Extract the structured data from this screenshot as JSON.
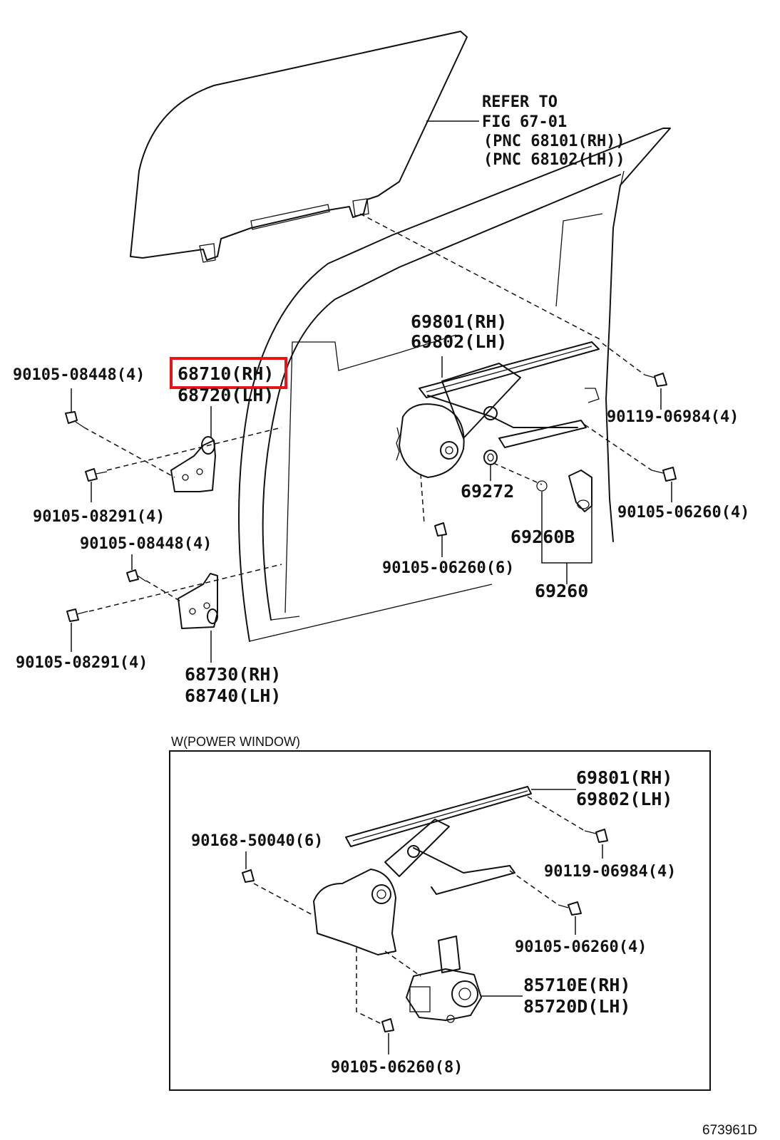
{
  "diagram": {
    "labels": {
      "refer_1": "REFER TO",
      "refer_2": "FIG 67-01",
      "refer_3": "(PNC 68101(RH))",
      "refer_4": "(PNC 68102(LH))",
      "regulator_rh": "69801(RH)",
      "regulator_lh": "69802(LH)",
      "hinge_upper_rh": "68710(RH)",
      "hinge_upper_lh": "68720(LH)",
      "bolt_upper_a": "90105-08448(4)",
      "bolt_upper_b": "90105-08291(4)",
      "bolt_lower_a": "90105-08448(4)",
      "bolt_lower_b": "90105-08291(4)",
      "hinge_lower_rh": "68730(RH)",
      "hinge_lower_lh": "68740(LH)",
      "bolt_reg_top": "90119-06984(4)",
      "bolt_reg_right": "90105-06260(4)",
      "bolt_reg_bottom": "90105-06260(6)",
      "washer": "69272",
      "handle_b": "69260B",
      "handle": "69260",
      "pw_title": "W(POWER WINDOW)",
      "pw_regulator_rh": "69801(RH)",
      "pw_regulator_lh": "69802(LH)",
      "pw_bolt_left": "90168-50040(6)",
      "pw_bolt_top": "90119-06984(4)",
      "pw_bolt_mid": "90105-06260(4)",
      "pw_motor_rh": "85710E(RH)",
      "pw_motor_lh": "85720D(LH)",
      "pw_bolt_bottom": "90105-06260(8)",
      "figure_id": "673961D"
    },
    "highlight": {
      "label": "68710(RH)",
      "color": "#e8141b"
    }
  }
}
